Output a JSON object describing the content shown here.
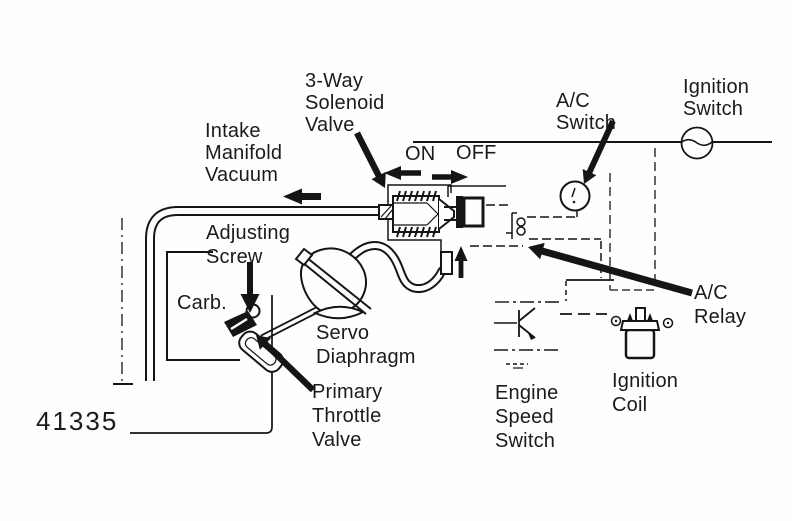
{
  "diagram": {
    "figure_number": "41335",
    "ink_color": "#151515",
    "background_color": "#fefefe",
    "labels": {
      "solenoid_valve": "3-Way\nSolenoid\nValve",
      "intake_manifold_vacuum": "Intake\nManifold\nVacuum",
      "ac_switch": "A/C\nSwitch",
      "ignition_switch": "Ignition\nSwitch",
      "state_on": "ON",
      "state_off": "OFF",
      "adjusting_screw": "Adjusting\nScrew",
      "carburetor": "Carb.",
      "servo_diaphragm": "Servo\nDiaphragm",
      "primary_throttle_valve": "Primary\nThrottle\nValve",
      "engine_speed_switch": "Engine\nSpeed\nSwitch",
      "ignition_coil": "Ignition\nCoil",
      "ac_relay": "A/C\nRelay"
    }
  }
}
